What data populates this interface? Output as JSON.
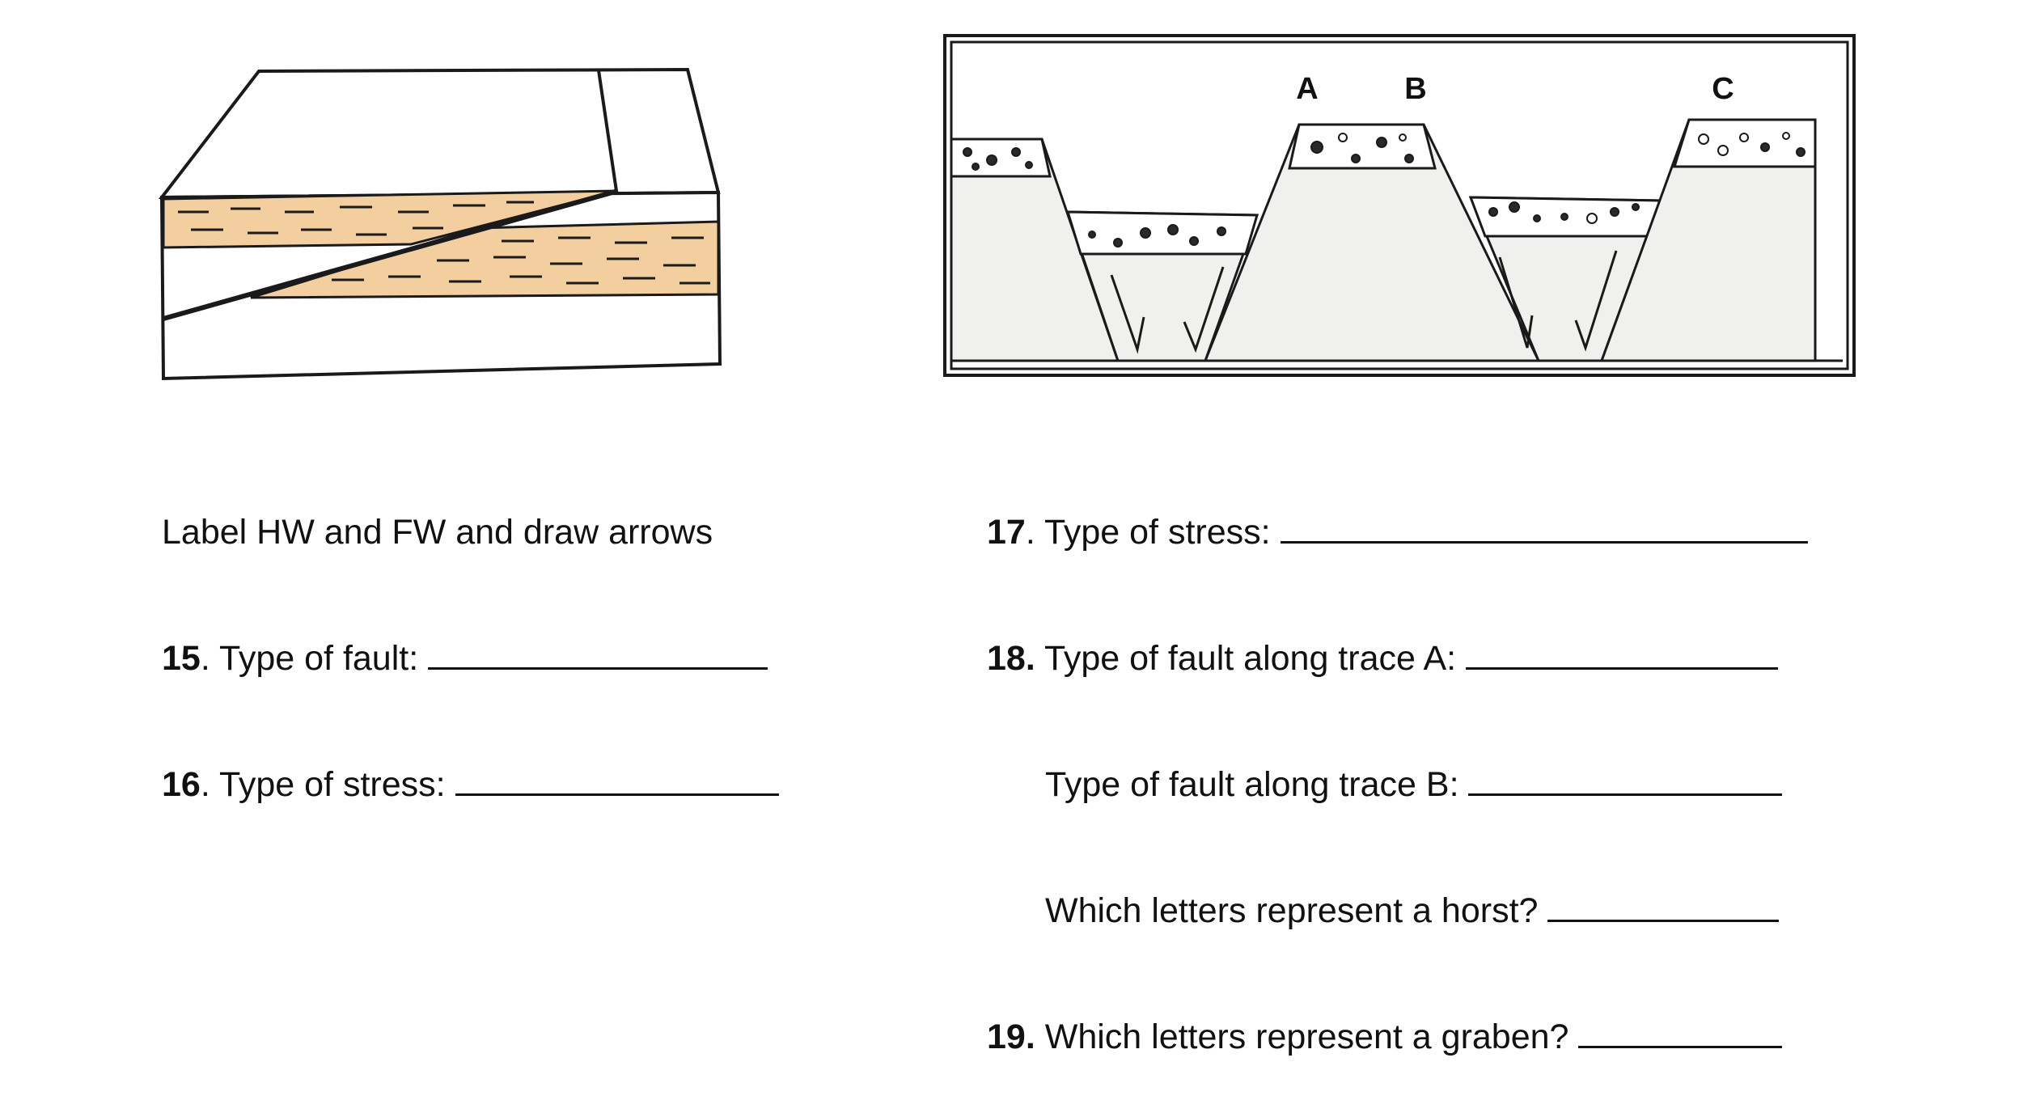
{
  "graben_figure": {
    "labels": [
      "A",
      "B",
      "C"
    ]
  },
  "left_questions": {
    "instruction": "Label HW and FW and draw arrows",
    "q15_num": "15",
    "q15_text": ". Type of fault: ",
    "q16_num": "16",
    "q16_text": ". Type of stress: "
  },
  "right_questions": {
    "q17_num": "17",
    "q17_text": ". Type of stress: ",
    "q18_num": "18.",
    "q18_text": " Type of fault along trace A: ",
    "q18b_text": "Type of fault along trace B: ",
    "q18c_text": "Which letters represent a horst? ",
    "q19_num": "19.",
    "q19_text": " Which letters represent a graben? "
  },
  "colors": {
    "sandstone": "#f3cfa0",
    "ink": "#1a1a1a",
    "pebble_fill": "#2a2a2a"
  }
}
